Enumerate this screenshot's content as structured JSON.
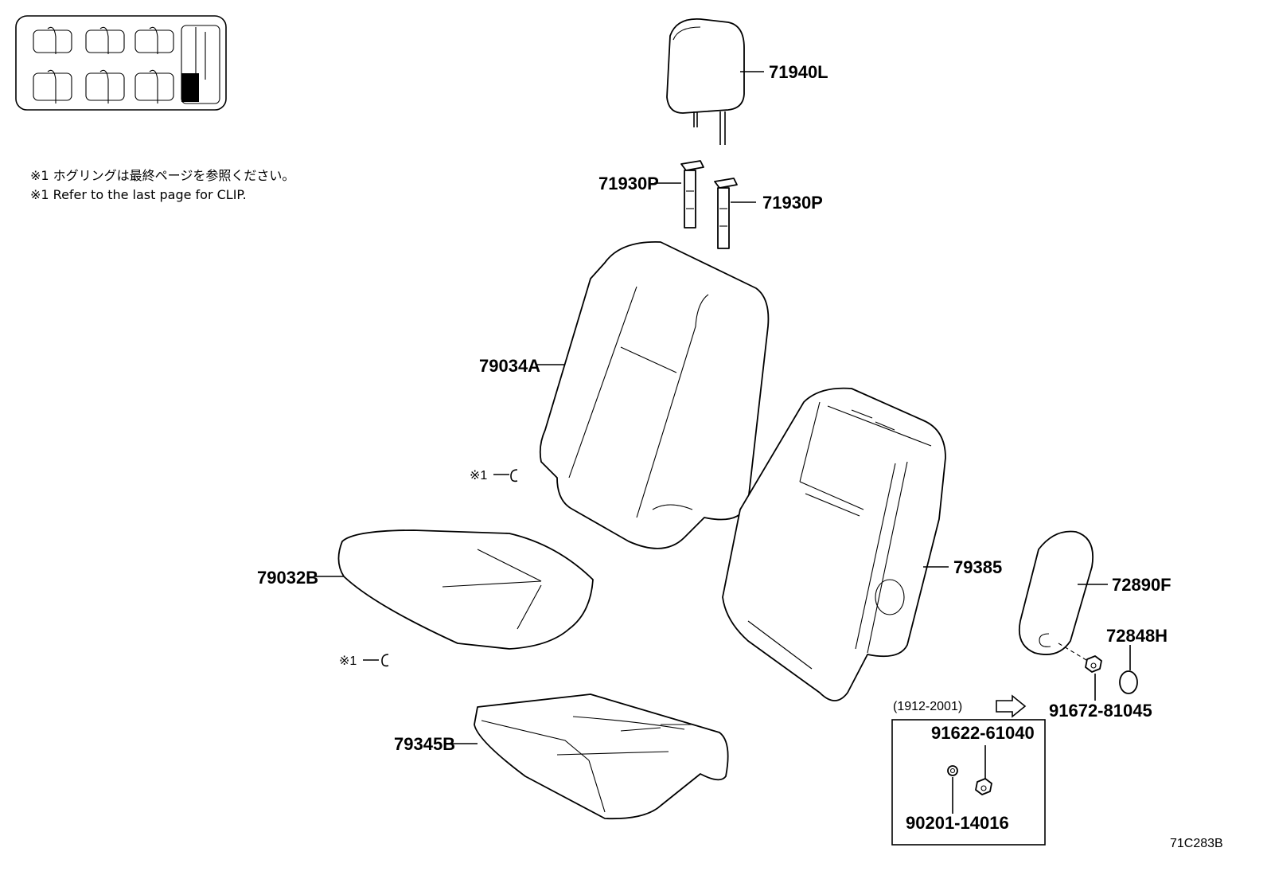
{
  "notes": {
    "note_jp": "※1 ホグリングは最終ページを参照ください。",
    "note_en": "※1 Refer to the last page for CLIP."
  },
  "parts": {
    "headrest": "71940L",
    "support_left": "71930P",
    "support_right": "71930P",
    "back_cover": "79034A",
    "cushion_cover": "79032B",
    "back_pad": "79385",
    "cushion_pad": "79345B",
    "armrest": "72890F",
    "cap": "72848H",
    "arm_bolt": "91672-81045",
    "inset_bolt": "91622-61040",
    "inset_washer": "90201-14016"
  },
  "callouts": {
    "ref_mark_1": "※1",
    "ref_mark_2": "※1"
  },
  "inset": {
    "date_range": "(1912-2001)"
  },
  "footer": {
    "illustration_code": "71C283B"
  }
}
